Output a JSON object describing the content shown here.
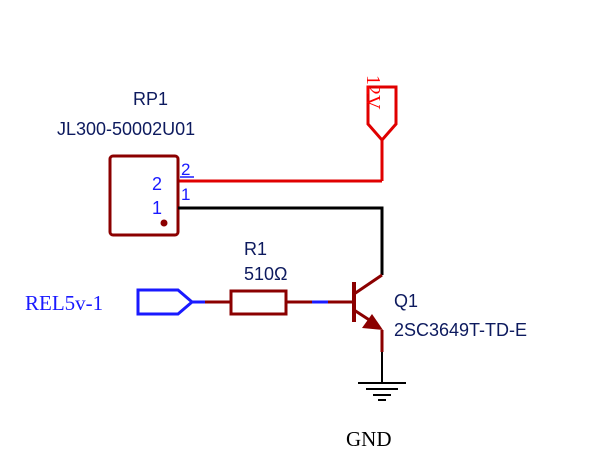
{
  "power": {
    "label": "12V"
  },
  "rp1": {
    "designator": "RP1",
    "part_number": "JL300-50002U01",
    "pin2_inside": "2",
    "pin1_inside": "1",
    "pin2_number": "2",
    "pin1_number": "1"
  },
  "r1": {
    "designator": "R1",
    "value": "510Ω"
  },
  "q1": {
    "designator": "Q1",
    "part_number": "2SC3649T-TD-E"
  },
  "input_port": {
    "label": "REL5v-1"
  },
  "ground": {
    "label": "GND"
  },
  "colors": {
    "power_wire": "#e00000",
    "signal_wire": "#000000",
    "component_body": "#8b0000",
    "port_net": "#1a1aff",
    "text_dark": "#0d1a5e"
  }
}
